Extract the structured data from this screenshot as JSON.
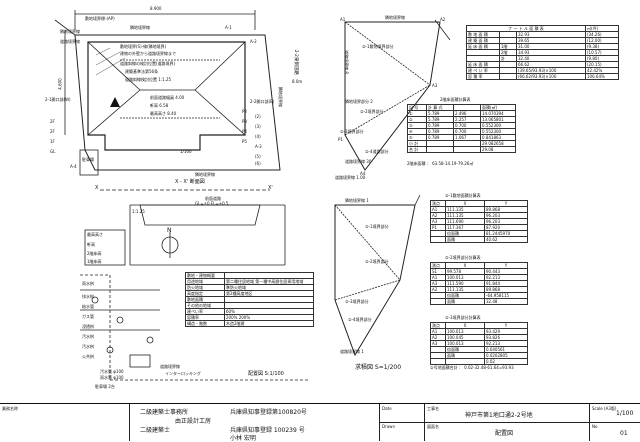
{
  "site_plan": {
    "dim_top": "8.900",
    "dim_left": "4.600",
    "labels": [
      "敷地境界標-(AP)",
      "隣地境界線",
      "隣地境界線",
      "隣地境界線",
      "2-2開口部(E)",
      "2-1開口部(W)",
      "X",
      "X'",
      "N",
      "2-2東側道路",
      "8.0m",
      "駐車場",
      "A-1",
      "A-2",
      "A-3",
      "A-4",
      "(2)",
      "(3)",
      "(4)",
      "(5)",
      "(6)",
      "P2",
      "P3",
      "P4",
      "P5",
      "1/100",
      "2F",
      "2F",
      "1F",
      "GL"
    ],
    "notes": [
      "敷地境界(S)-線(隣地境界)",
      "建物の外壁から道路境界線まで",
      "道路斜線の検討位置(道路境界)",
      "建築基準法第56条",
      "道路斜線検討位置 1:1.25",
      "前面道路幅員 4.00",
      "軒高 6.58",
      "最高高さ 8.40"
    ],
    "section_title": "X - X' 断面図",
    "section_note1": "前面道路",
    "section_note2": "GL=±0 FL=+0.5",
    "height_labels": [
      "1:1.25",
      "最高高さ",
      "軒高",
      "2階床高",
      "1階床高"
    ],
    "left_labels": [
      "隣地境界線",
      "道路境界線",
      "雨水桝",
      "排水桝",
      "給水管",
      "ガス管",
      "浸透桝",
      "汚水桝",
      "汚水桝",
      "公共桝"
    ],
    "bottom_labels": [
      "汚水管 φ100",
      "雨水管 φ100",
      "道路境界線",
      "インターロッキング",
      "駐車場 2台"
    ],
    "scale_label": "配置図 S:1/100"
  },
  "north_mark": "N",
  "summary_table": {
    "rows": [
      [
        "敷地・建物概要",
        ""
      ],
      [
        "用途地域",
        "第二種住居地域 第一種中高層住居専用地域"
      ],
      [
        "防火地域",
        "準防火地域"
      ],
      [
        "高度指定",
        "第2種高度地区"
      ],
      [
        "敷地面積",
        ""
      ],
      [
        "その他の地域",
        ""
      ],
      [
        "建ぺい率",
        "60%"
      ],
      [
        "容積率",
        "200% 200%"
      ],
      [
        "構造・階数",
        "木造2階建"
      ]
    ]
  },
  "area_table": {
    "header": [
      "ナ ー ト ル 面 積 表",
      "㎡(坪)"
    ],
    "rows": [
      [
        "敷 地 面 積",
        "",
        "32.93",
        "(34.26)"
      ],
      [
        "建 築 面 積",
        "",
        "39.65",
        "(12.00)"
      ],
      [
        "延 床 面 積",
        "1階",
        "31.00",
        "(9.38)"
      ],
      [
        "",
        "2階",
        "34.93",
        "(10.57)"
      ],
      [
        "",
        "計",
        "32.40",
        "(9.80)"
      ],
      [
        "延 床 面 積",
        "",
        "66.62",
        "(20.15)"
      ],
      [
        "建 ぺ い 率",
        "",
        "(39.65/93.93)×100",
        "42.42%"
      ],
      [
        "容 積 率",
        "",
        "(66.62/93.93)×100",
        "106.64%"
      ]
    ]
  },
  "building_table": {
    "title": "2階床面積計算表",
    "header": [
      "記 号",
      "計 算 式",
      "",
      "面積(㎡)"
    ],
    "rows": [
      [
        "①",
        "5.789",
        "2.496",
        "14.070394"
      ],
      [
        "②",
        "5.789",
        "2.257",
        "13.065801"
      ],
      [
        "③",
        "0.789",
        "0.700",
        "0.552300"
      ],
      [
        "④",
        "0.789",
        "0.700",
        "0.552300"
      ],
      [
        "⑤",
        "0.789",
        "1.067",
        "0.841863"
      ],
      [
        "小 計",
        "",
        "",
        "29.082658"
      ],
      [
        "合 計",
        "",
        "",
        "29.08"
      ]
    ],
    "footnote": "2階床面積 ： 63.58-14.19-79.26㎡"
  },
  "triangle_labels": {
    "top_road": "隣地境界線",
    "s1": "②-1敷地境界部分",
    "s2": "②-2境界部分",
    "s3": "②-3境界部分",
    "s4": "②-4道路部分",
    "vtx": [
      "A1",
      "A2",
      "A3",
      "A4",
      "P1"
    ],
    "edge1": "道路境界線 8",
    "edge2": "隣地境界部分 2",
    "edge3": "道路境界線 30",
    "edge4": "道路境界線 1.00"
  },
  "triangle2_labels": {
    "top": "隣地境界線 1",
    "s1": "②-1境界部分",
    "s2": "②-2境界部分",
    "s3": "②-3境界部分",
    "s4": "②-4境界部分",
    "base": "道路境界線 1",
    "caption": "求積図 S=1/200"
  },
  "coord_tables": [
    {
      "title": "②-1敷地面積計算表",
      "header": [
        "測点",
        "X",
        "Y"
      ],
      "rows": [
        [
          "A1",
          "111.135",
          "89.868"
        ],
        [
          "A2",
          "111.135",
          "96.203"
        ],
        [
          "A3",
          "111.690",
          "96.203"
        ],
        [
          "P1",
          "117.367",
          "87.920"
        ],
        [
          "",
          "倍面積",
          "81.2445970"
        ],
        [
          "",
          "面積",
          "40.62"
        ]
      ]
    },
    {
      "title": "②-2境界部分計算表",
      "header": [
        "測点",
        "X",
        "Y"
      ],
      "rows": [
        [
          "S1",
          "99.578",
          "90.443"
        ],
        [
          "A1",
          "100.013",
          "92.213"
        ],
        [
          "A3",
          "111.590",
          "91.844"
        ],
        [
          "A2",
          "111.135",
          "89.868"
        ],
        [
          "",
          "倍面積",
          "-64.958115"
        ],
        [
          "",
          "面積",
          "32.48"
        ]
      ]
    },
    {
      "title": "②-3境界部分計算表",
      "header": [
        "測点",
        "X",
        "Y"
      ],
      "rows": [
        [
          "A1",
          "100.013",
          "93.429"
        ],
        [
          "A2",
          "100.045",
          "93.826"
        ],
        [
          "A3",
          "100.013",
          "92.213"
        ],
        [
          "",
          "倍面積",
          "0.040561"
        ],
        [
          "",
          "面積",
          "0.0202805"
        ],
        [
          "",
          "",
          "0.02"
        ]
      ]
    }
  ],
  "coord_footnote": "②号地面積合計 ： 0.02-32.48-61.64=93.93",
  "title_block": {
    "project_label": "業務名称",
    "office_line1": "二級建築士事務所",
    "office_line2": "由正設計工房",
    "office_reg": "兵庫県知事登録第100820号",
    "architect_line1": "二級建築士",
    "architect_reg": "兵庫県知事登録 100239 号",
    "architect_name": "小林 宏明",
    "date_label": "Date",
    "drawn_label": "Drawn",
    "work_label": "工事名",
    "work_value": "神戸市第1地口通2-2号地",
    "sheet_label": "図面名",
    "sheet_value": "配置図",
    "scale_label": "Scale (A3版)",
    "scale_value": "1/100",
    "no_label": "No",
    "no_value": "01"
  }
}
